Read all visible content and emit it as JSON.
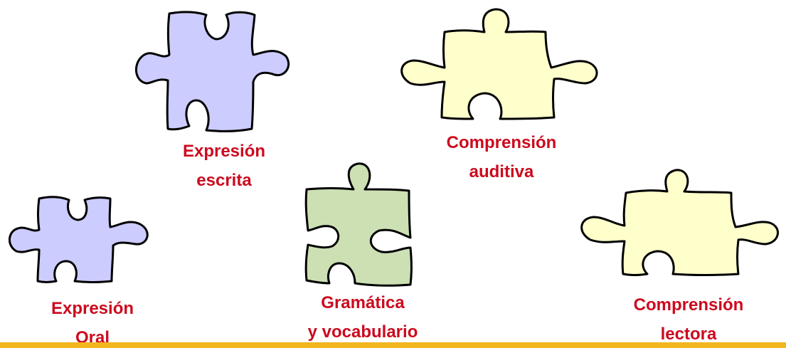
{
  "colors": {
    "label_text": "#cc0a1e",
    "piece_outline": "#000000",
    "piece_lavender": "#ccccff",
    "piece_pale_yellow": "#ffffcc",
    "piece_sage_green": "#cce0b4",
    "bottom_bar": "#f2b61e"
  },
  "pieces": [
    {
      "name": "Expresión escrita",
      "color": "lavender",
      "lines": [
        "Expresión",
        "escrita"
      ]
    },
    {
      "name": "Comprensión auditiva",
      "color": "pale_yellow",
      "lines": [
        "Comprensión",
        "auditiva"
      ]
    },
    {
      "name": "Expresión Oral",
      "color": "lavender",
      "lines": [
        "Expresión",
        "Oral"
      ]
    },
    {
      "name": "Gramática y vocabulario",
      "color": "sage_green",
      "lines": [
        "Gramática",
        "y vocabulario"
      ]
    },
    {
      "name": "Comprensión lectora",
      "color": "pale_yellow",
      "lines": [
        "Comprensión",
        "lectora"
      ]
    }
  ]
}
